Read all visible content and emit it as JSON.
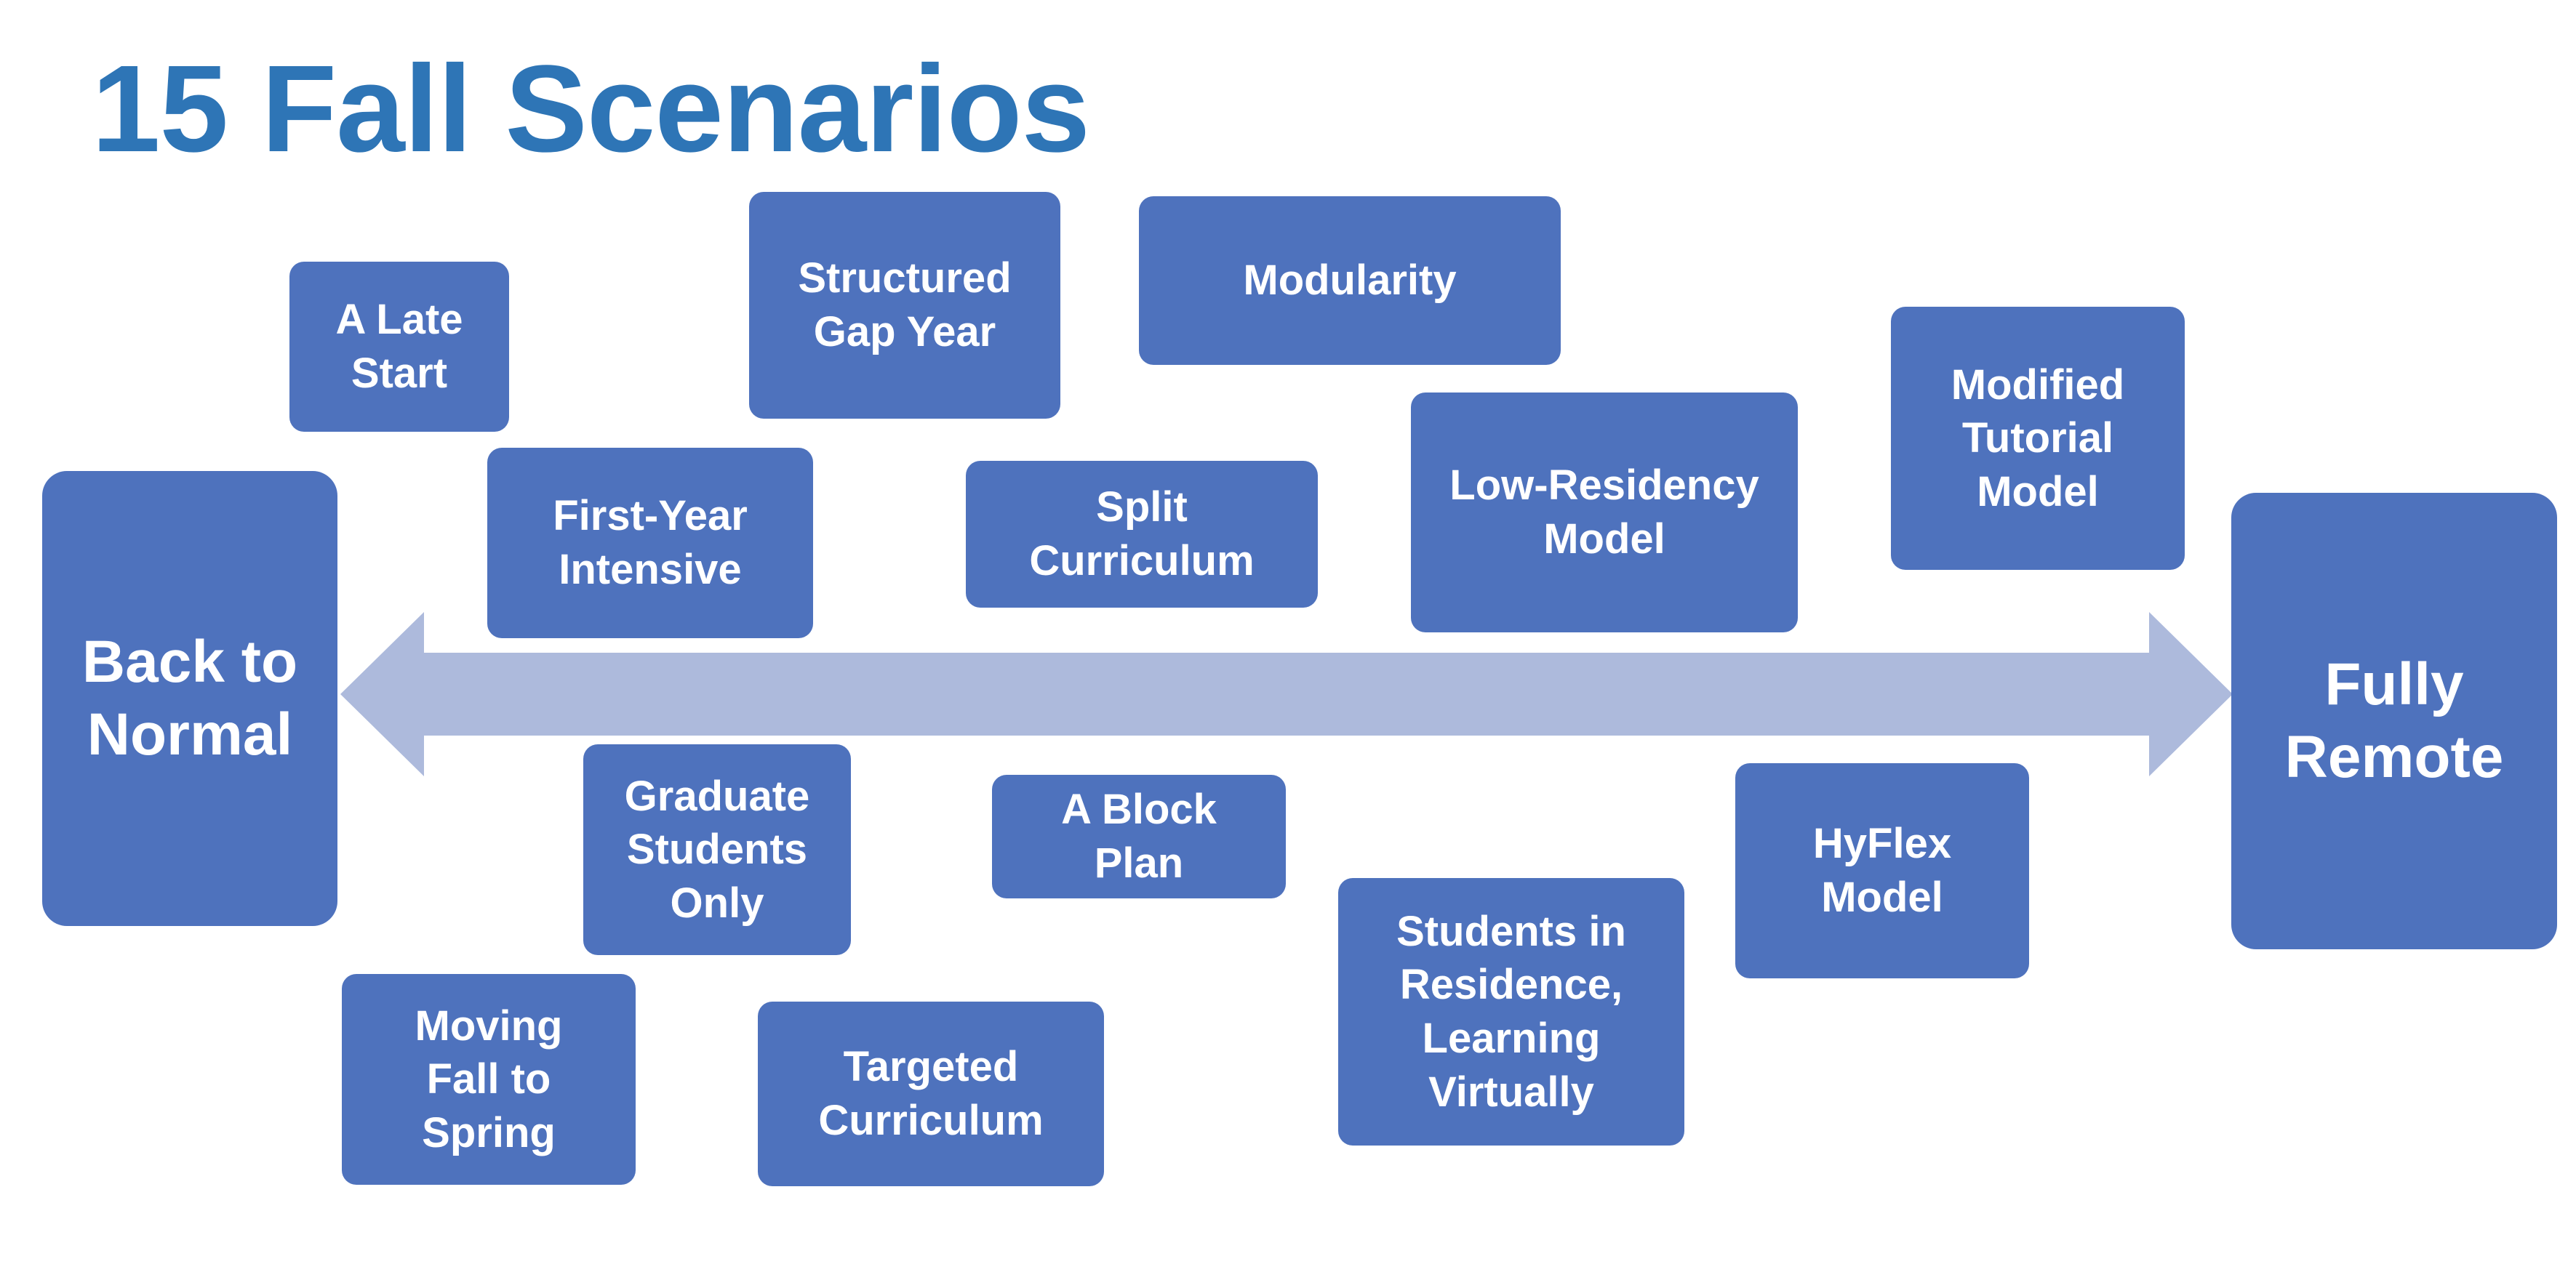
{
  "title": "15 Fall Scenarios",
  "spectrum": {
    "left_end": "Back to\nNormal",
    "right_end": "Fully\nRemote"
  },
  "scenarios": {
    "late_start": "A Late\nStart",
    "structured_gap_year": "Structured\nGap Year",
    "modularity": "Modularity",
    "modified_tutorial_model": "Modified\nTutorial\nModel",
    "first_year_intensive": "First-Year\nIntensive",
    "split_curriculum": "Split\nCurriculum",
    "low_residency_model": "Low-Residency\nModel",
    "graduate_students_only": "Graduate\nStudents\nOnly",
    "block_plan": "A Block\nPlan",
    "hyflex_model": "HyFlex\nModel",
    "moving_fall_to_spring": "Moving\nFall to\nSpring",
    "targeted_curriculum": "Targeted\nCurriculum",
    "students_in_residence": "Students in\nResidence,\nLearning\nVirtually"
  },
  "colors": {
    "title": "#2e75b6",
    "box_fill": "#4e72bd",
    "box_text": "#ffffff",
    "arrow": "#adbadc"
  }
}
